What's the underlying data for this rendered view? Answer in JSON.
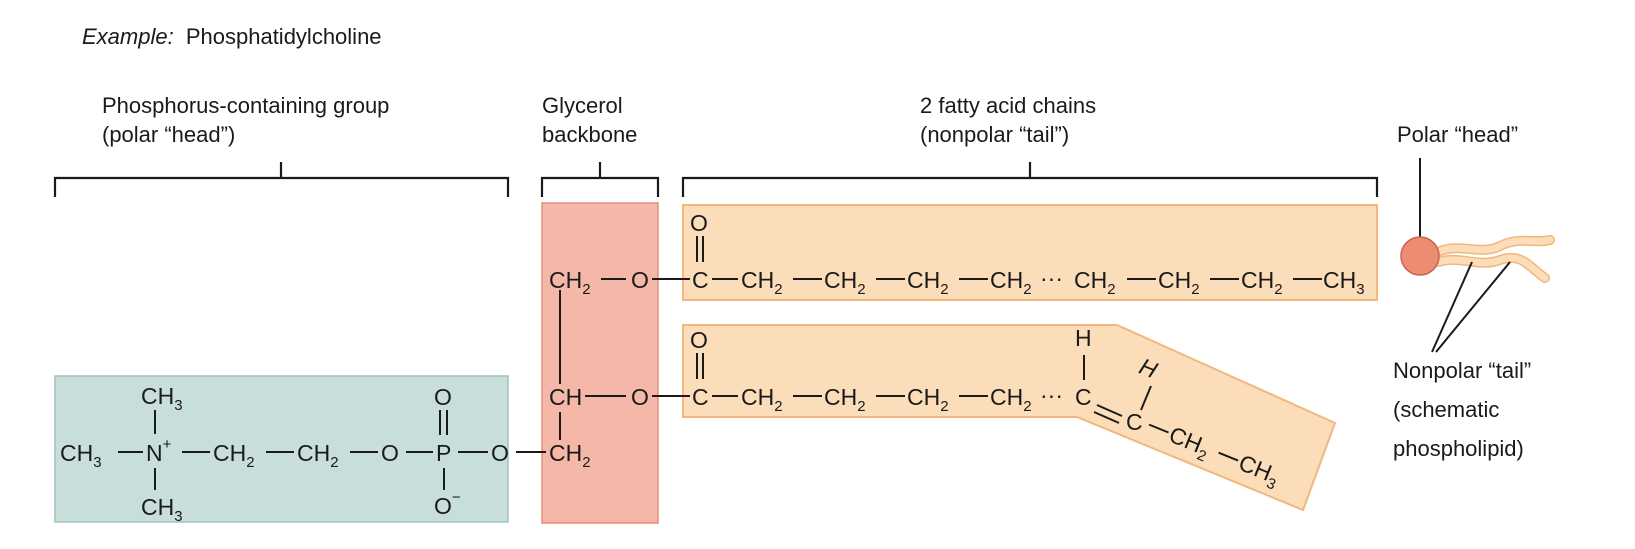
{
  "example": {
    "prefix": "Example:",
    "name": "Phosphatidylcholine"
  },
  "labels": {
    "phosphorus_line1": "Phosphorus-containing group",
    "phosphorus_line2": "(polar “head”)",
    "glycerol_line1": "Glycerol",
    "glycerol_line2": "backbone",
    "fatty_line1": "2 fatty acid chains",
    "fatty_line2": "(nonpolar “tail”)",
    "polar_head": "Polar “head”",
    "nonpolar_line1": "Nonpolar “tail”",
    "nonpolar_line2": "(schematic",
    "nonpolar_line3": "phospholipid)"
  },
  "atoms": {
    "C": "C",
    "CH": "CH",
    "CH2": "CH",
    "sub2": "2",
    "CH3": "CH",
    "sub3": "3",
    "O": "O",
    "P": "P",
    "N": "N",
    "H": "H",
    "plus": "+",
    "minus": "−",
    "dots": "···"
  },
  "colors": {
    "head_group": "#c8dedb",
    "glycerol": "#f4b7a8",
    "fatty_chain": "#fbddb9",
    "fatty_border": "#f1b77b",
    "head_ball": "#ec8c72"
  }
}
